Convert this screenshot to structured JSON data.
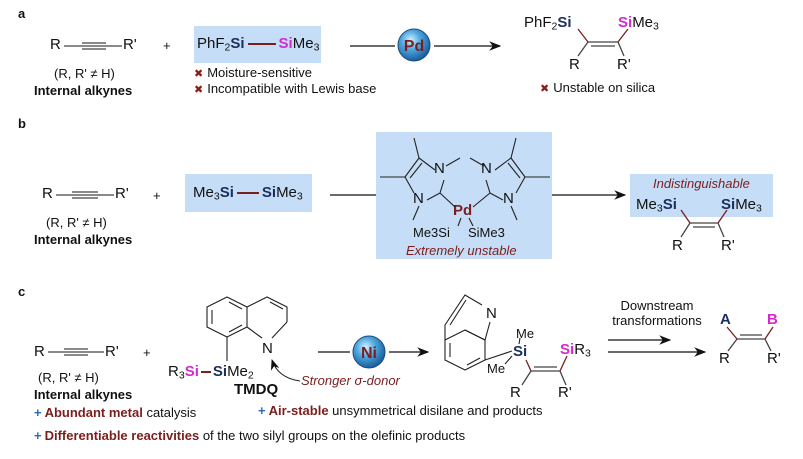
{
  "panels": {
    "a": {
      "label": "a",
      "alkyne": {
        "r": "R",
        "rp": "R'",
        "condition": "(R, R' ≠ H)",
        "name": "Internal alkynes"
      },
      "plus": "+",
      "reagent": {
        "left": "PhF",
        "left_sub": "2",
        "left_si": "Si",
        "right_si": "Si",
        "right": "Me",
        "right_sub": "3"
      },
      "drawbacks": [
        "Moisture-sensitive",
        "Incompatible with Lewis base"
      ],
      "catalyst": "Pd",
      "product": {
        "left": "PhF",
        "left_sub": "2",
        "left_si": "Si",
        "right_si": "Si",
        "right": "Me",
        "right_sub": "3",
        "r": "R",
        "rp": "R'"
      },
      "product_note": "Unstable on silica"
    },
    "b": {
      "label": "b",
      "alkyne": {
        "r": "R",
        "rp": "R'",
        "condition": "(R, R' ≠ H)",
        "name": "Internal alkynes"
      },
      "plus": "+",
      "reagent": {
        "left": "Me",
        "left_sub": "3",
        "left_si": "Si",
        "right_si": "Si",
        "right": "Me",
        "right_sub": "3"
      },
      "complex": {
        "metal": "Pd",
        "n": "N",
        "left_silyl": "Me3Si",
        "right_silyl": "SiMe3",
        "note": "Extremely unstable"
      },
      "product": {
        "title": "Indistinguishable",
        "left": "Me",
        "left_sub": "3",
        "left_si": "Si",
        "right_si": "Si",
        "right": "Me",
        "right_sub": "3",
        "r": "R",
        "rp": "R'"
      }
    },
    "c": {
      "label": "c",
      "alkyne": {
        "r": "R",
        "rp": "R'",
        "condition": "(R, R' ≠ H)",
        "name": "Internal alkynes"
      },
      "plus": "+",
      "reagent": {
        "r3": "R",
        "r3_sub": "3",
        "si1": "Si",
        "si2": "Si",
        "me2": "Me",
        "me2_sub": "2",
        "n": "N",
        "name": "TMDQ"
      },
      "donor_note": "Stronger σ-donor",
      "catalyst": "Ni",
      "product": {
        "n": "N",
        "me_top": "Me",
        "si": "Si",
        "me_bottom": "Me",
        "sir3_si": "Si",
        "sir3_r": "R",
        "sir3_sub": "3",
        "r": "R",
        "rp": "R'"
      },
      "downstream": [
        "Downstream",
        "transformations"
      ],
      "final": {
        "a": "A",
        "b": "B",
        "r": "R",
        "rp": "R'"
      },
      "advantages": [
        {
          "plus": "+",
          "highlight": "Abundant metal",
          "rest": " catalysis"
        },
        {
          "plus": "+",
          "highlight": "Air-stable",
          "rest": " unsymmetrical disilane and products"
        },
        {
          "plus": "+",
          "highlight": "Differentiable reactivities",
          "rest": " of the two silyl groups on the olefinic products"
        }
      ]
    }
  },
  "colors": {
    "box": "#c5ddf6",
    "maroon": "#7a1e1e",
    "pink": "#d42ad0",
    "navy": "#1a2f5c",
    "blue": "#2b6cb8"
  }
}
